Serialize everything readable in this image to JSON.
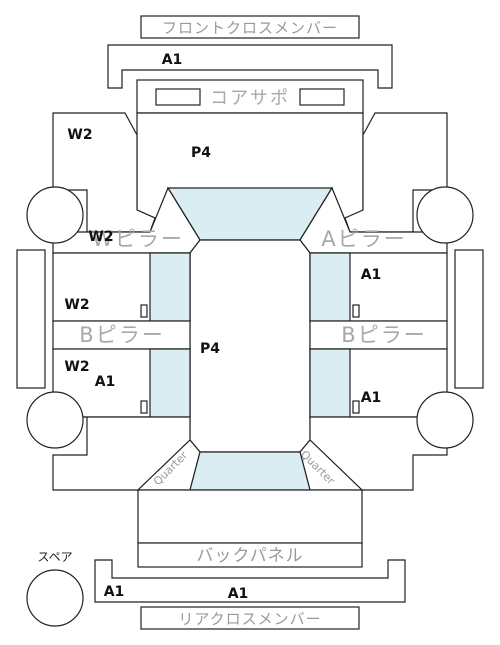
{
  "parts": {
    "front_cross_member": "フロントクロスメンバー",
    "core_support": "コアサポ",
    "a_pillar_left": "Wピラー",
    "a_pillar_right": "Aピラー",
    "b_pillar_left": "Bピラー",
    "b_pillar_right": "Bピラー",
    "quarter_left": "Quarter",
    "quarter_right": "Quarter",
    "back_panel": "バックパネル",
    "rear_cross_member": "リアクロスメンバー",
    "spare": "スペア"
  },
  "codes": {
    "front_member": "A1",
    "front_fender_left": "W2",
    "front_floor": "P4",
    "a_pillar_left": "W2",
    "front_door_left": "W2",
    "front_door_right": "A1",
    "roof": "P4",
    "rear_door_left_w": "W2",
    "rear_door_left_a": "A1",
    "rear_door_right": "A1",
    "rear_member_left": "A1",
    "rear_member_center": "A1"
  },
  "colors": {
    "line": "#222222",
    "glass": "#d9edf3",
    "label_gray": "#9a9a9a"
  }
}
